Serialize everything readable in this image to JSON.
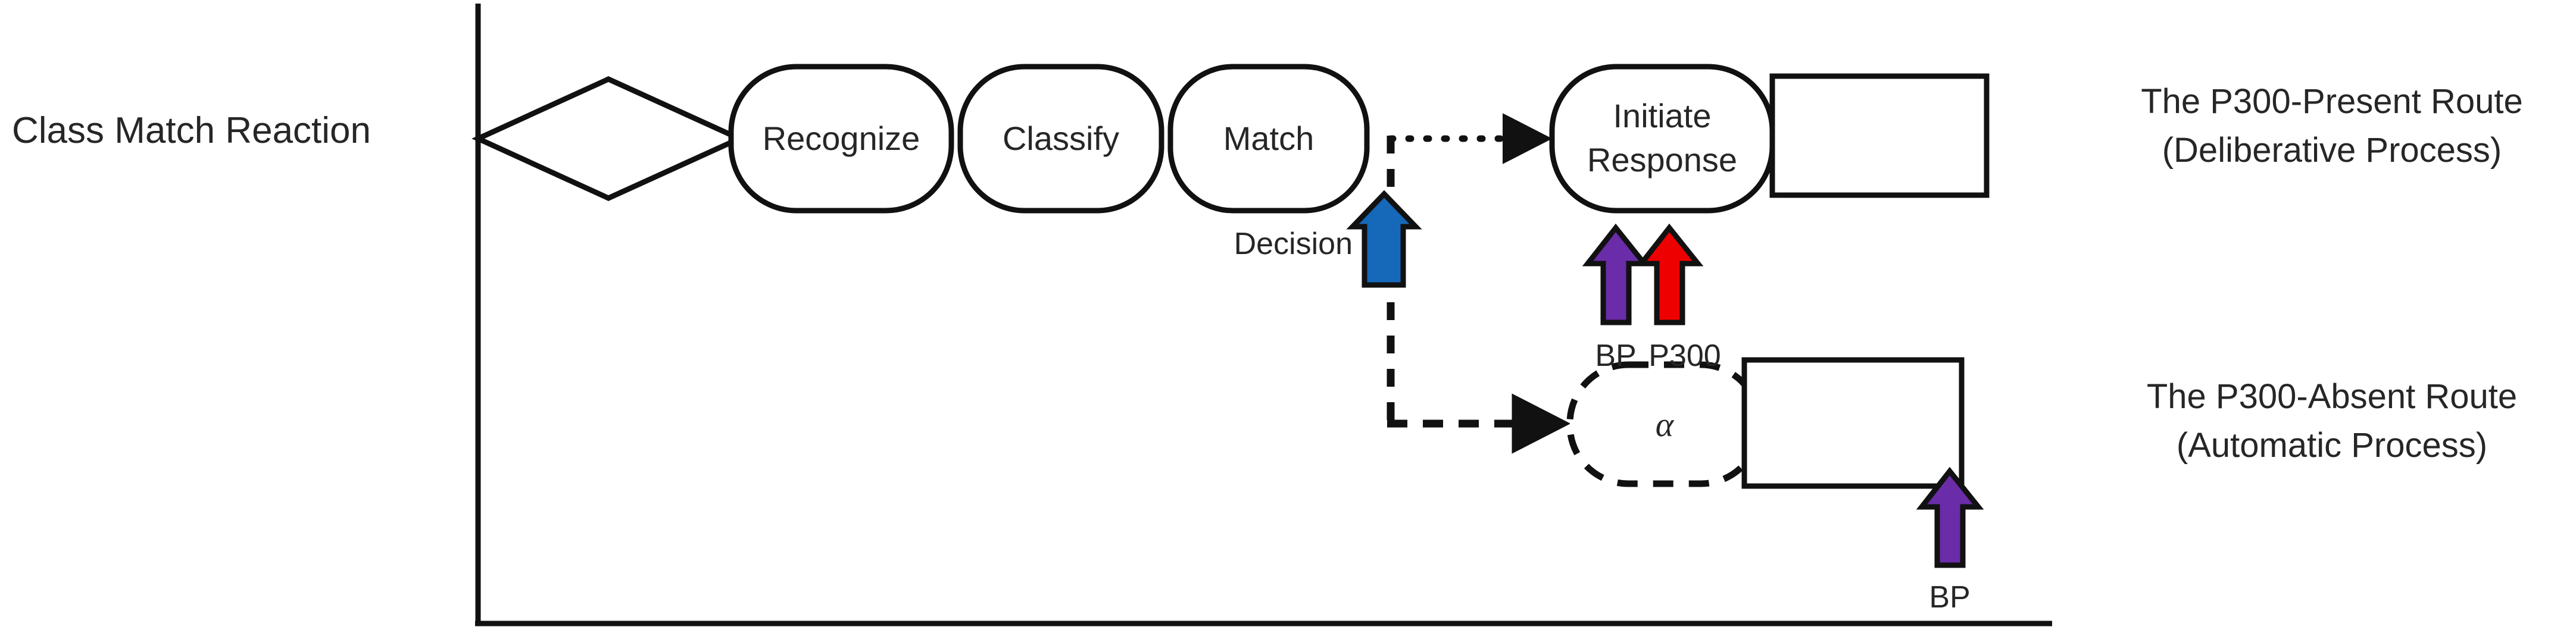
{
  "figure": {
    "title_visible": false,
    "axis": {
      "vertical_line": true,
      "horizontal_line": true,
      "color": "#111111"
    },
    "left_axis_label": "Class Match Reaction",
    "upper_route": {
      "stages": [
        {
          "id": "decision-diamond",
          "label": "",
          "shape": "diamond"
        },
        {
          "id": "recognize",
          "label": "Recognize",
          "shape": "rounded-rect"
        },
        {
          "id": "classify",
          "label": "Classify",
          "shape": "rounded-rect"
        },
        {
          "id": "match",
          "label": "Match",
          "shape": "rounded-rect"
        },
        {
          "id": "initiate-response",
          "label": "Initiate\nResponse",
          "line1": "Initiate",
          "line2": "Response",
          "shape": "rounded-rect"
        },
        {
          "id": "response-box",
          "label": "",
          "shape": "rect"
        }
      ],
      "side_label_line1": "The P300-Present Route",
      "side_label_line2": "(Deliberative Process)"
    },
    "lower_route": {
      "stages": [
        {
          "id": "alpha-node",
          "label": "α",
          "shape": "dashed-rounded-rect"
        },
        {
          "id": "automatic-response-box",
          "label": "",
          "shape": "rect"
        }
      ],
      "side_label_line1": "The P300-Absent Route",
      "side_label_line2": "(Automatic Process)"
    },
    "branch_label": "Decision",
    "signal_markers": [
      {
        "id": "decision-marker",
        "label": "",
        "color": "#1668B8",
        "name": "blue-decision-arrow"
      },
      {
        "id": "bp-upper",
        "label": "BP",
        "color": "#6A2CA8",
        "name": "bp-arrow-upper"
      },
      {
        "id": "p300",
        "label": "P300",
        "color": "#EE0000",
        "name": "p300-arrow"
      },
      {
        "id": "bp-lower",
        "label": "BP",
        "color": "#6A2CA8",
        "name": "bp-arrow-lower"
      }
    ],
    "connector_styles": {
      "upper": "dotted",
      "branch": "dashed",
      "lower": "dashed"
    },
    "colors": {
      "blue": "#1668B8",
      "purple": "#6A2CA8",
      "red": "#EE0000",
      "stroke": "#111111",
      "text": "#262626"
    }
  }
}
